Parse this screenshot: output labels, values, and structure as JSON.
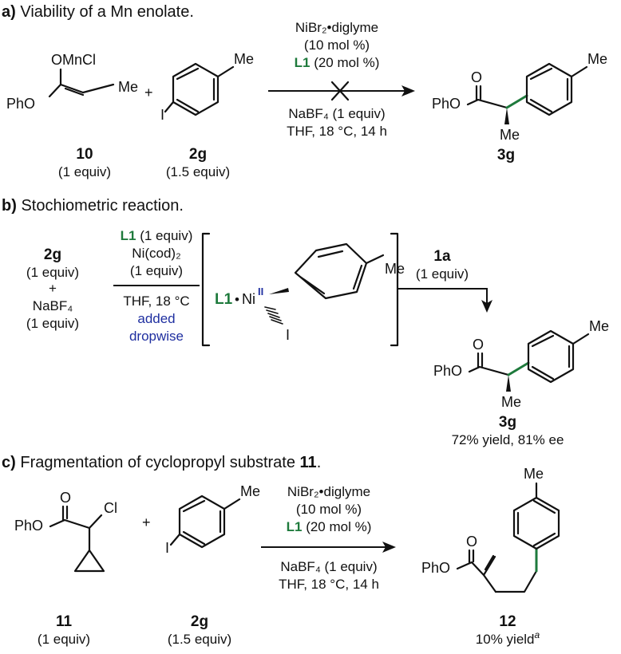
{
  "sections": {
    "a": {
      "label": "a)",
      "title": "Viability of a Mn enolate."
    },
    "b": {
      "label": "b)",
      "title": "Stochiometric reaction."
    },
    "c": {
      "label": "c)",
      "title": "Fragmentation of cyclopropyl substrate",
      "title_bold": "11",
      "title_end": "."
    }
  },
  "atoms": {
    "OMnCl": "OMnCl",
    "PhO": "PhO",
    "Me": "Me",
    "O": "O",
    "I": "I",
    "Cl": "Cl",
    "plus": "+",
    "Ni": "Ni",
    "NiOx": "II",
    "dot": "•"
  },
  "labels": {
    "c10": "10",
    "c2g": "2g",
    "c3g": "3g",
    "c1a": "1a",
    "c11": "11",
    "c12": "12",
    "L1": "L1",
    "equiv1": "(1 equiv)",
    "equiv15": "(1.5 equiv)"
  },
  "conditions": {
    "cat": "NiBr₂•diglyme",
    "cat_load": "(10 mol %)",
    "lig_load": "(20 mol %)",
    "additive": "NaBF₄ (1 equiv)",
    "solvent": "THF, 18 °C, 14 h",
    "b_lig": "(1 equiv)",
    "b_ni": "Ni(cod)₂",
    "b_ni_eq": "(1 equiv)",
    "b_solvent": "THF, 18 °C",
    "b_added": "added",
    "b_dropwise": "dropwise",
    "nabf4": "NaBF₄"
  },
  "results": {
    "b_yield": "72% yield, 81% ee",
    "c_yield": "10% yield",
    "c_note": "a"
  },
  "colors": {
    "green": "#1e7a3c",
    "blue": "#1f2fa0",
    "text": "#111111"
  }
}
